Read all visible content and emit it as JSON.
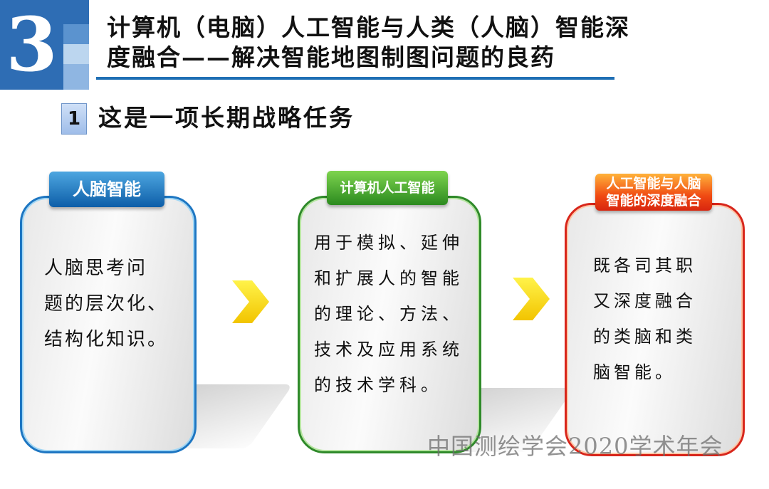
{
  "section": {
    "number": "3",
    "title_line1": "计算机（电脑）人工智能与人类（人脑）智能深",
    "title_line2": "度融合——解决智能地图制图问题的良药"
  },
  "subsection": {
    "number": "1",
    "title": "这是一项长期战略任务"
  },
  "cards": [
    {
      "tab": "人脑智能",
      "lines": [
        "人脑思考问",
        "题的层次化、",
        "结构化知识。"
      ],
      "color": "#1d76c2"
    },
    {
      "tab": "计算机人工智能",
      "lines": [
        "用于模拟、延伸",
        "和扩展人的智能",
        "的理论、方法、",
        "技术及应用系统",
        "的技术学科。"
      ],
      "color": "#2f8a2a"
    },
    {
      "tab_line1": "人工智能与人脑",
      "tab_line2": "智能的深度融合",
      "lines": [
        "既各司其职",
        "又深度融合",
        "的类脑和类",
        "脑智能。"
      ],
      "color": "#d8261b"
    }
  ],
  "arrows": [
    "chevron-right",
    "chevron-right"
  ],
  "watermark": "中国测绘学会2020学术年会"
}
